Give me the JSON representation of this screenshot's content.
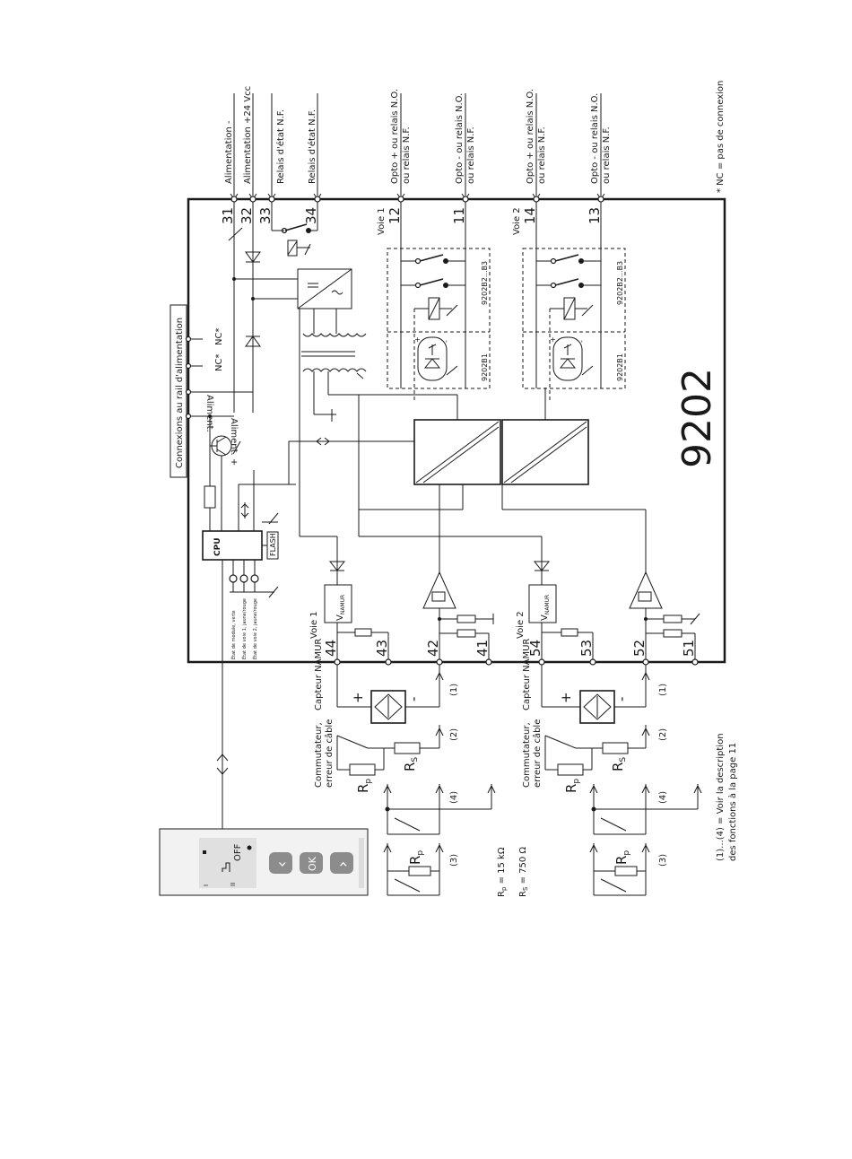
{
  "diagram": {
    "model": "9202",
    "nc_note": "* NC = pas de connexion",
    "rail_title": "Connexions au rail d'alimentation",
    "rail_nc1": "NC*",
    "rail_nc2": "NC*",
    "rail_aliment_minus": "Aliment. -",
    "rail_aliment_plus": "Aliment. +",
    "cpu": "CPU",
    "flash": "FLASH",
    "led1": "État de module, verte",
    "led2": "État de voie 1, jaune/rouge",
    "led3": "État de voie 2, jaune/rouge",
    "vnamur_v": "V",
    "vnamur_sub": "NAMUR",
    "voie1": "Voie 1",
    "voie2": "Voie 2",
    "relay_variant": "9202B2...B3",
    "opto_variant": "9202B1",
    "top_terminals": [
      {
        "num": "31",
        "label1": "Alimentation -",
        "label2": ""
      },
      {
        "num": "32",
        "label1": "Alimentation +24 Vcc",
        "label2": ""
      },
      {
        "num": "33",
        "label1": "Relais d'état N.F.",
        "label2": ""
      },
      {
        "num": "34",
        "label1": "Relais d'état N.F.",
        "label2": ""
      },
      {
        "num": "12",
        "label1": "Opto + ou relais N.O.",
        "label2": "ou relais N.F."
      },
      {
        "num": "11",
        "label1": "Opto - ou relais N.O.",
        "label2": "ou relais N.F."
      },
      {
        "num": "14",
        "label1": "Opto + ou relais N.O.",
        "label2": "ou relais N.F."
      },
      {
        "num": "13",
        "label1": "Opto - ou relais N.O.",
        "label2": "ou relais N.F."
      }
    ],
    "bottom_terminals": [
      "44",
      "43",
      "42",
      "41",
      "54",
      "53",
      "52",
      "51"
    ],
    "capteur": "Capteur NAMUR",
    "commutateur1": "Commutateur,",
    "commutateur2": "erreur de câble",
    "plus": "+",
    "minus": "-",
    "fn1": "(1)",
    "fn2": "(2)",
    "fn3": "(3)",
    "fn4": "(4)",
    "rp": "R",
    "rp_sub": "p",
    "rs": "R",
    "rs_sub": "S",
    "rp_value": "= 15 kΩ",
    "rs_value": "= 750 Ω",
    "note_line1": "(1)...(4) = Voir la description",
    "note_line2": "des fonctions à la page 11",
    "panel": {
      "btn_left": "‹",
      "btn_ok": "OK",
      "btn_right": "›",
      "lcd_off": "OFF",
      "lcd_i": "I",
      "lcd_ii": "II"
    }
  }
}
